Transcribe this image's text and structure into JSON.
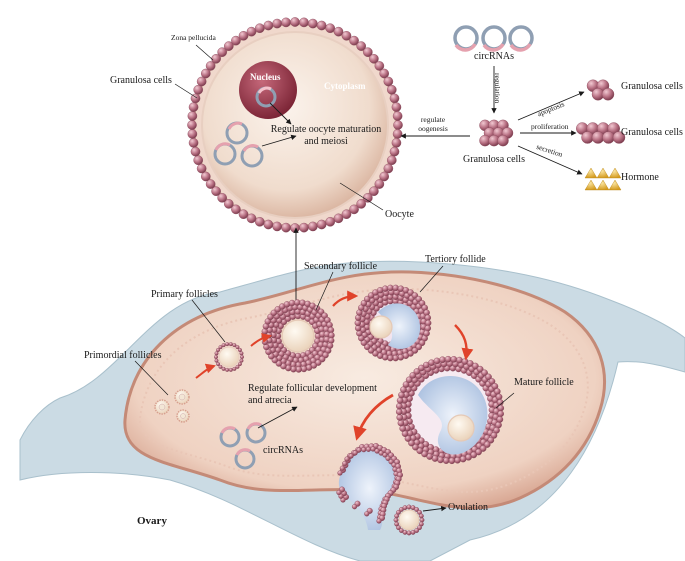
{
  "labels": {
    "zona_pellucida": "Zona pellucida",
    "granulosa_cells_left": "Granulosa cells",
    "nucleus": "Nucleus",
    "cytoplasm": "Cytoplasm",
    "regulate_oocyte_1": "Regulate oocyte maturation",
    "regulate_oocyte_2": "and meiosi",
    "oocyte": "Oocyte",
    "circrnas_top": "circRNAs",
    "regulation": "regulation",
    "regulate_oogenesis_1": "regulate",
    "regulate_oogenesis_2": "oogenesis",
    "granulosa_cells_center": "Granulosa cells",
    "apoptosis": "apoptosis",
    "proliferation": "proliferation",
    "secretion": "secretion",
    "granulosa_cells_r1": "Granulosa cells",
    "granulosa_cells_r2": "Granulosa cells",
    "hormone": "Hormone",
    "secondary_follicle": "Secondary follicle",
    "tertiory_follide": "Tertiory follide",
    "primary_follicles": "Primary follicles",
    "primordial_follicles": "Primordial follicles",
    "regulate_follicular_1": "Regulate follicular development",
    "regulate_follicular_2": "and atrecia",
    "circrnas_bottom": "circRNAs",
    "mature_follicle": "Mature follicle",
    "ovary": "Ovary",
    "ovulation": "Ovulation"
  },
  "colors": {
    "granulosa": "#b06a7c",
    "granulosa_light": "#e7b8c2",
    "oocyte_fill": "#f3e4d8",
    "nucleus": "#9c3b4e",
    "ovary_fill": "#f2dccd",
    "ovary_rim": "#c98f7d",
    "tissue": "#c9d9e2",
    "fluid": "#cfdcf0",
    "arrow_red": "#e0432a",
    "hormone": "#e6b53d",
    "circ_ring": "#8f9fb3",
    "circ_pink": "#e5a1ae"
  }
}
